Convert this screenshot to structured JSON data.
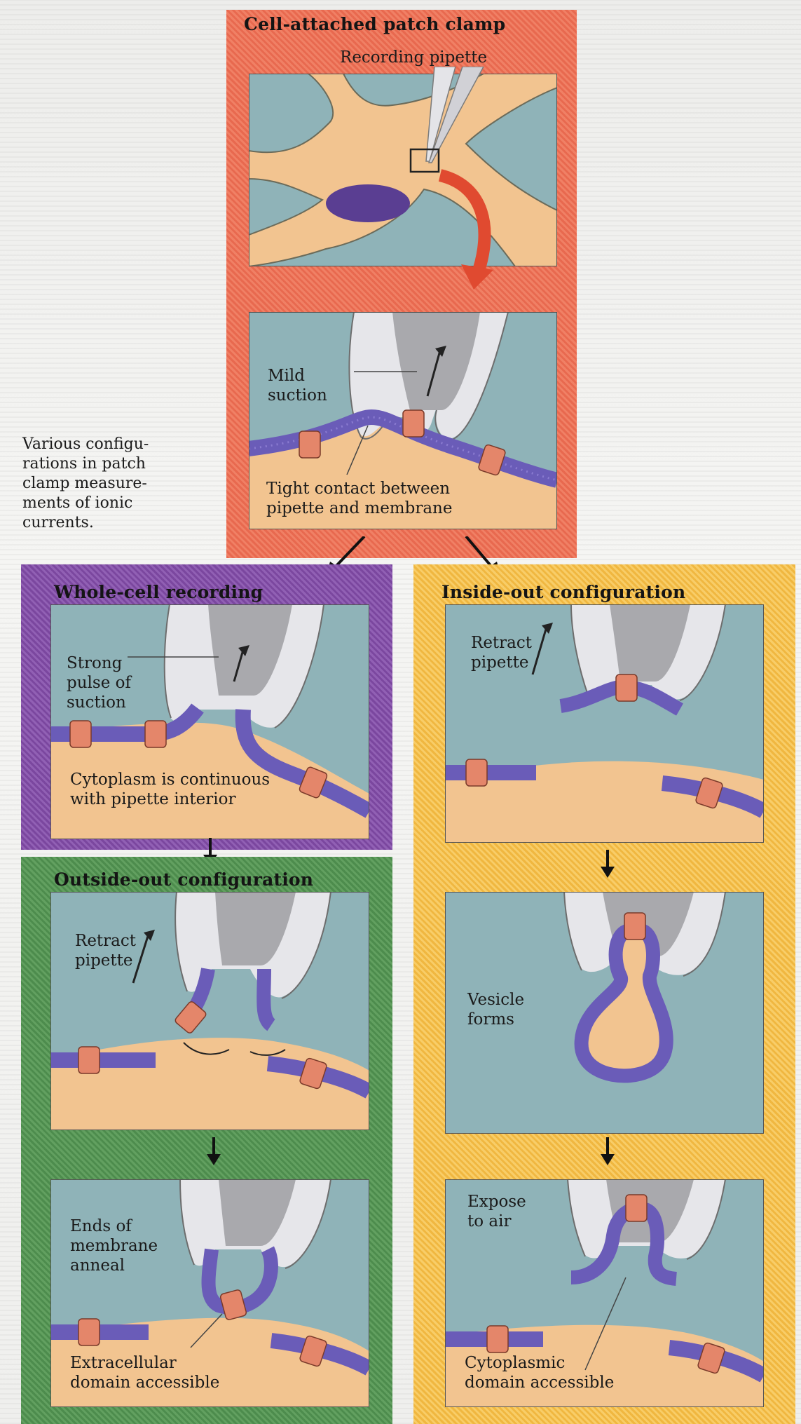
{
  "caption": {
    "lines": [
      "Various configu-",
      "rations in patch",
      "clamp measure-",
      "ments of ionic",
      "currents."
    ]
  },
  "panels": {
    "cell_attached": {
      "title": "Cell-attached patch clamp",
      "recording_pipette_label": "Recording pipette",
      "mild_suction_lines": [
        "Mild",
        "suction"
      ],
      "tight_contact_lines": [
        "Tight contact between",
        "pipette and membrane"
      ]
    },
    "whole_cell": {
      "title": "Whole-cell recording",
      "strong_pulse_lines": [
        "Strong",
        "pulse of",
        "suction"
      ],
      "cytoplasm_lines": [
        "Cytoplasm is continuous",
        "with pipette interior"
      ]
    },
    "outside_out": {
      "title": "Outside-out configuration",
      "retract_lines": [
        "Retract",
        "pipette"
      ],
      "ends_anneal_lines": [
        "Ends of",
        "membrane",
        "anneal"
      ],
      "extracellular_lines": [
        "Extracellular",
        "domain accessible"
      ]
    },
    "inside_out": {
      "title": "Inside-out configuration",
      "retract_lines": [
        "Retract",
        "pipette"
      ],
      "vesicle_lines": [
        "Vesicle",
        "forms"
      ],
      "expose_lines": [
        "Expose",
        "to air"
      ],
      "cytoplasmic_lines": [
        "Cytoplasmic",
        "domain accessible"
      ]
    }
  },
  "colors": {
    "red_frame": "#ee7a5e",
    "purple_frame": "#8656aa",
    "green_frame": "#58975a",
    "yellow_frame": "#f5c458",
    "bath": "#8fb3b8",
    "cell": "#f2c490",
    "membrane": "#6a5cb8",
    "channel": "#e4866a",
    "pipette": "#d8d8dc"
  }
}
